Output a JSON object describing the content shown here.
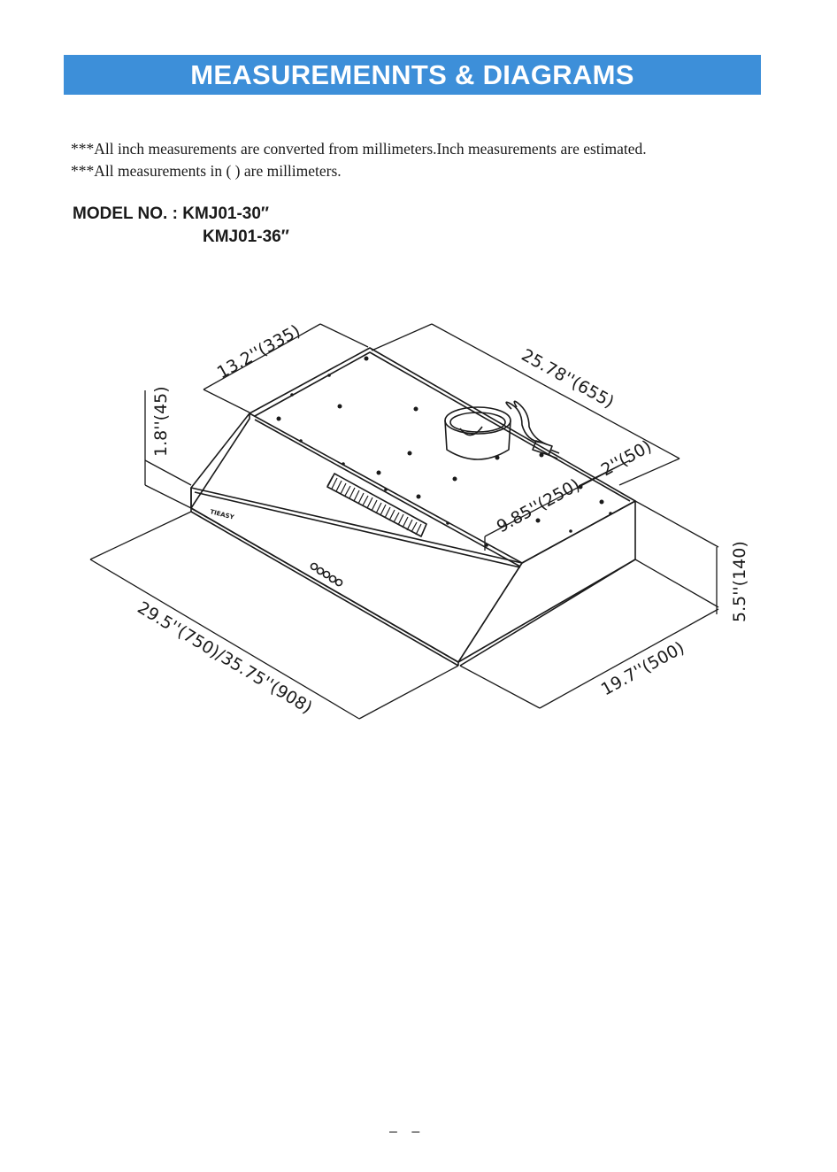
{
  "header": {
    "title": "MEASUREMENNTS & DIAGRAMS"
  },
  "notes": [
    "***All inch measurements are converted from millimeters.Inch measurements are estimated.",
    "***All  measurements in (  ) are millimeters."
  ],
  "model": {
    "label": "MODEL NO. :",
    "number_1": "KMJ01-30″",
    "number_2": "KMJ01-36″"
  },
  "dimensions": {
    "top_depth": "13.2''(335)",
    "top_width": "25.78''(655)",
    "body_height": "1.8''(45)",
    "duct_offset": "2''(50)",
    "duct_distance": "9.85''(250)",
    "total_height": "5.5''(140)",
    "front_width": "29.5''(750)/35.75''(908)",
    "side_depth": "19.7''(500)"
  },
  "brand": "TIEASY",
  "page_number": "– –",
  "colors": {
    "title_bar": "#3d8fd9",
    "line": "#1a1a1a"
  }
}
